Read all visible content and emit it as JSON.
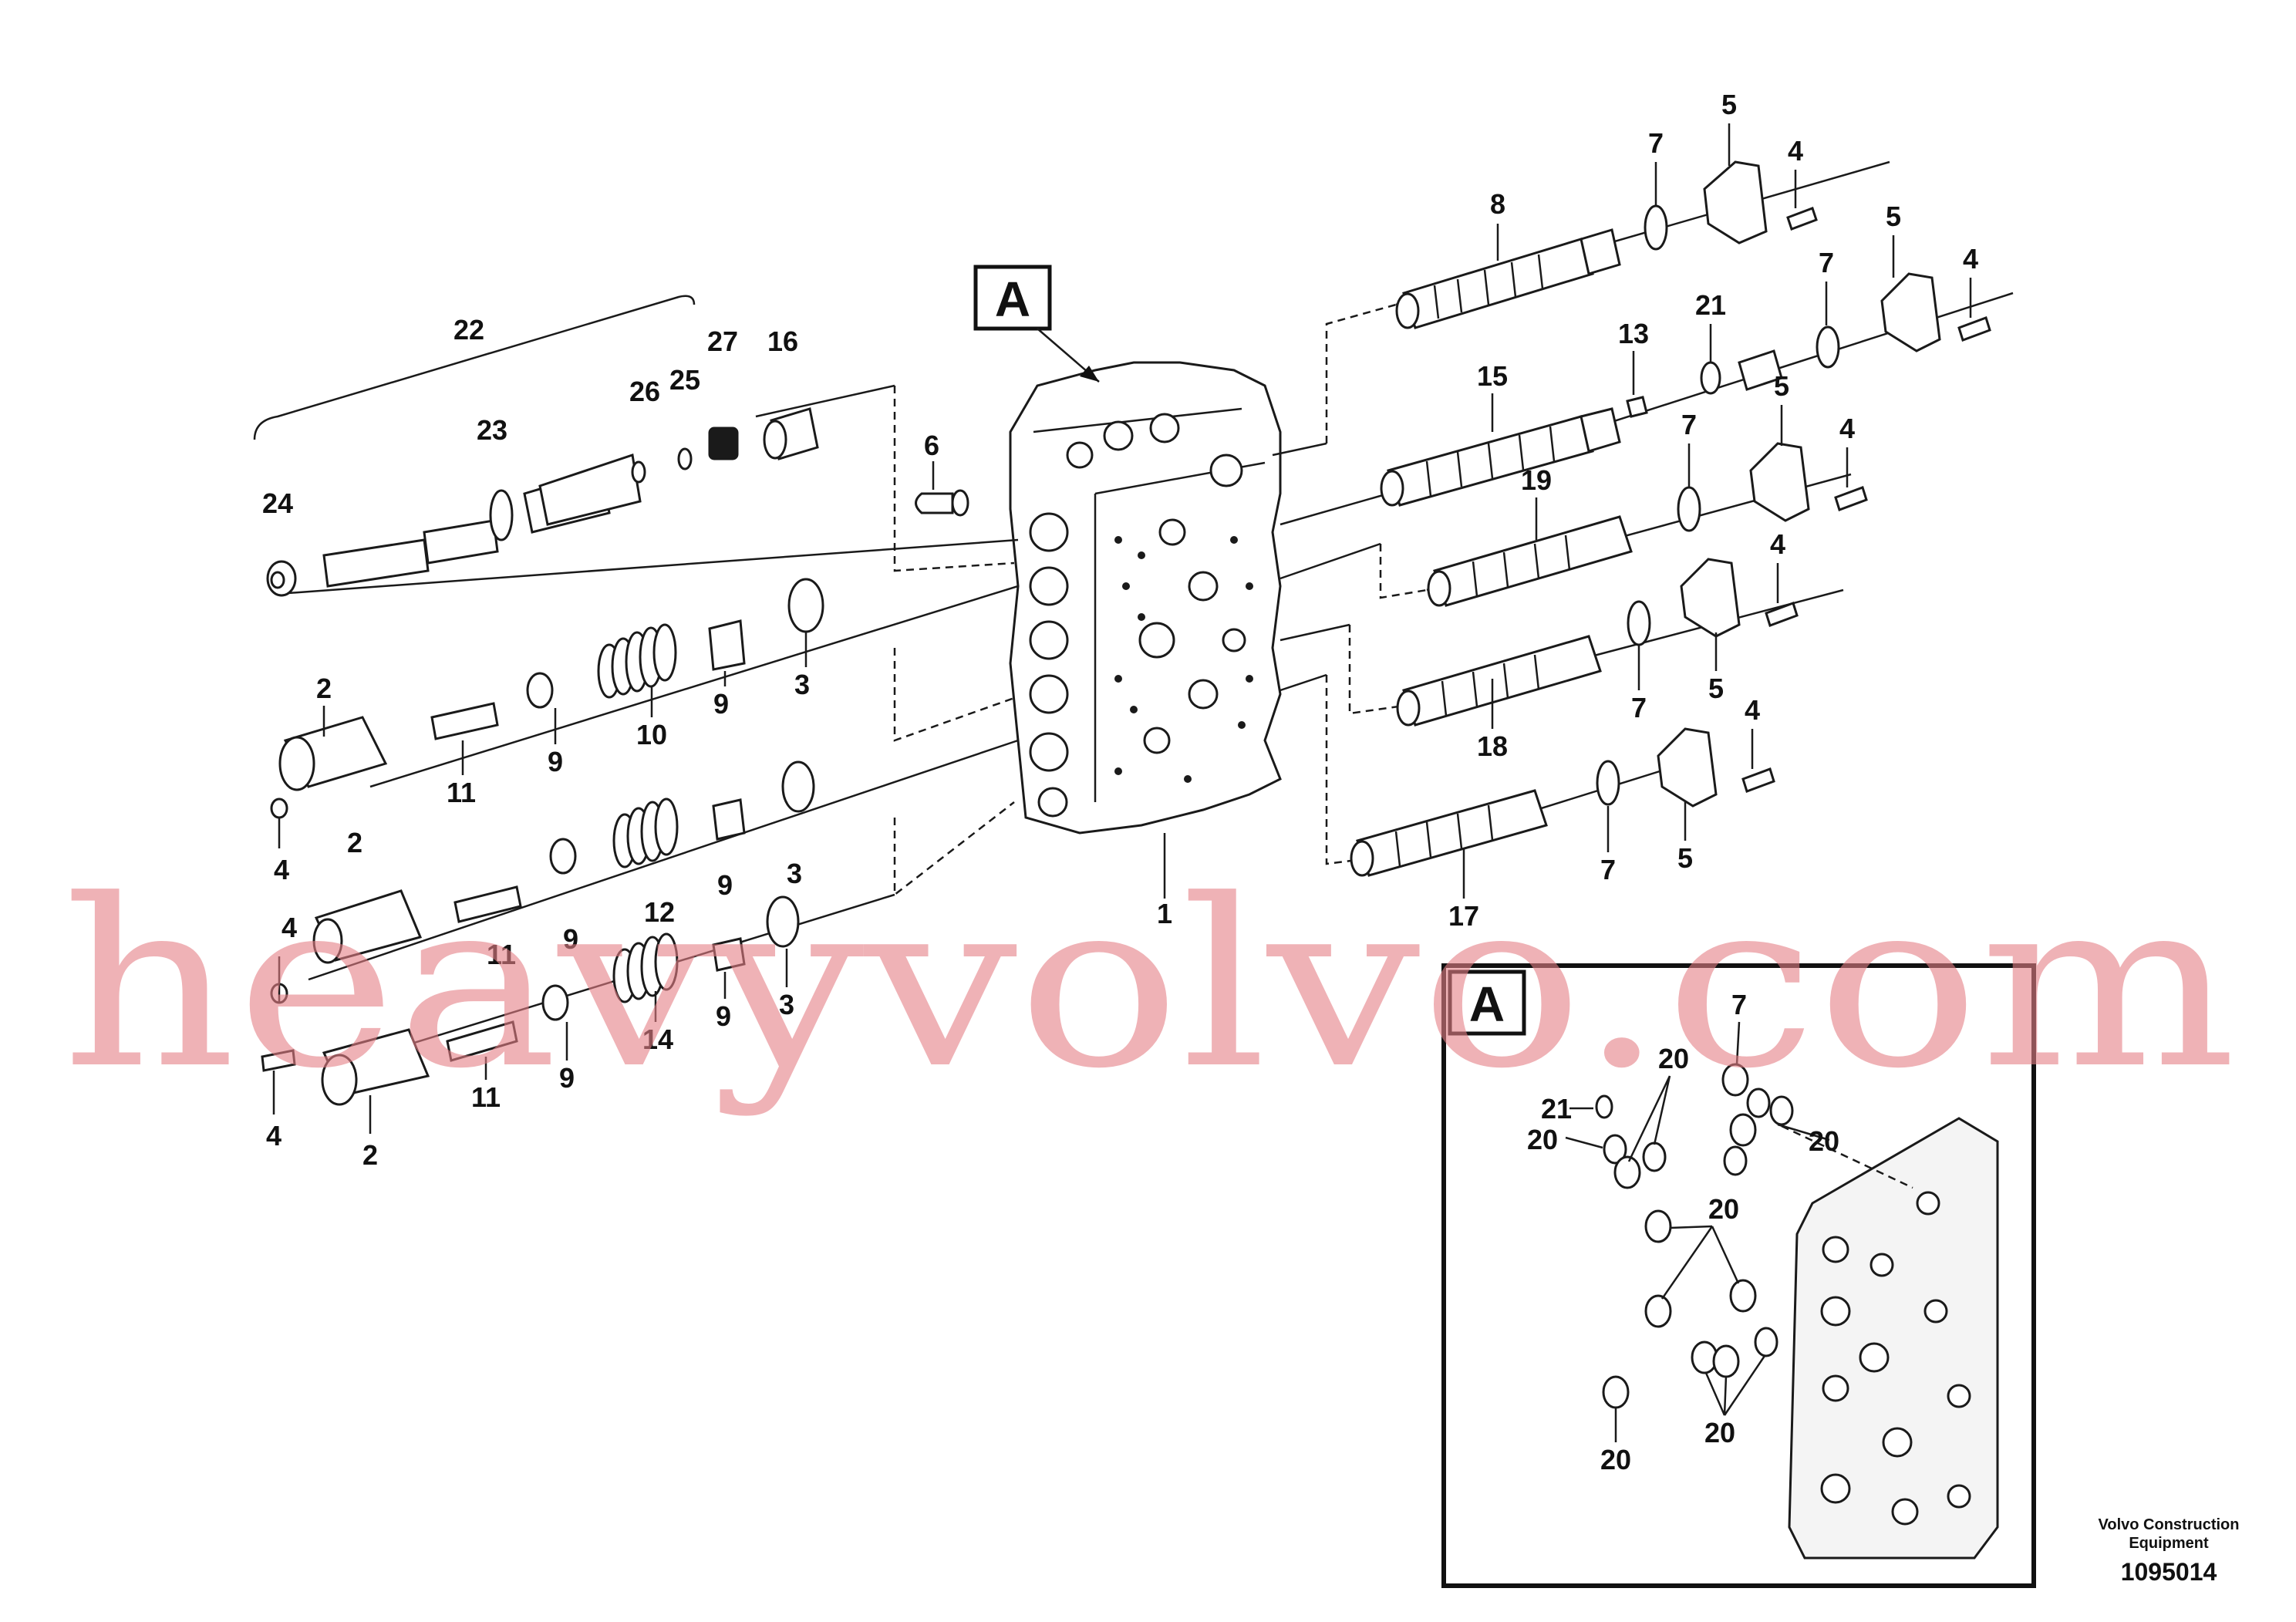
{
  "callouts": {
    "c1": "1",
    "c2": "2",
    "c3": "3",
    "c4": "4",
    "c5": "5",
    "c6": "6",
    "c7": "7",
    "c8": "8",
    "c9": "9",
    "c10": "10",
    "c11": "11",
    "c12": "12",
    "c13": "13",
    "c14": "14",
    "c15": "15",
    "c16": "16",
    "c17": "17",
    "c18": "18",
    "c19": "19",
    "c20": "20",
    "c21": "21",
    "c22": "22",
    "c23": "23",
    "c24": "24",
    "c25": "25",
    "c26": "26",
    "c27": "27"
  },
  "detail_marker": "A",
  "footer": {
    "maker_line1": "Volvo Construction",
    "maker_line2": "Equipment",
    "drawing_number": "1095014"
  },
  "watermark": "heavyvolvo.com"
}
